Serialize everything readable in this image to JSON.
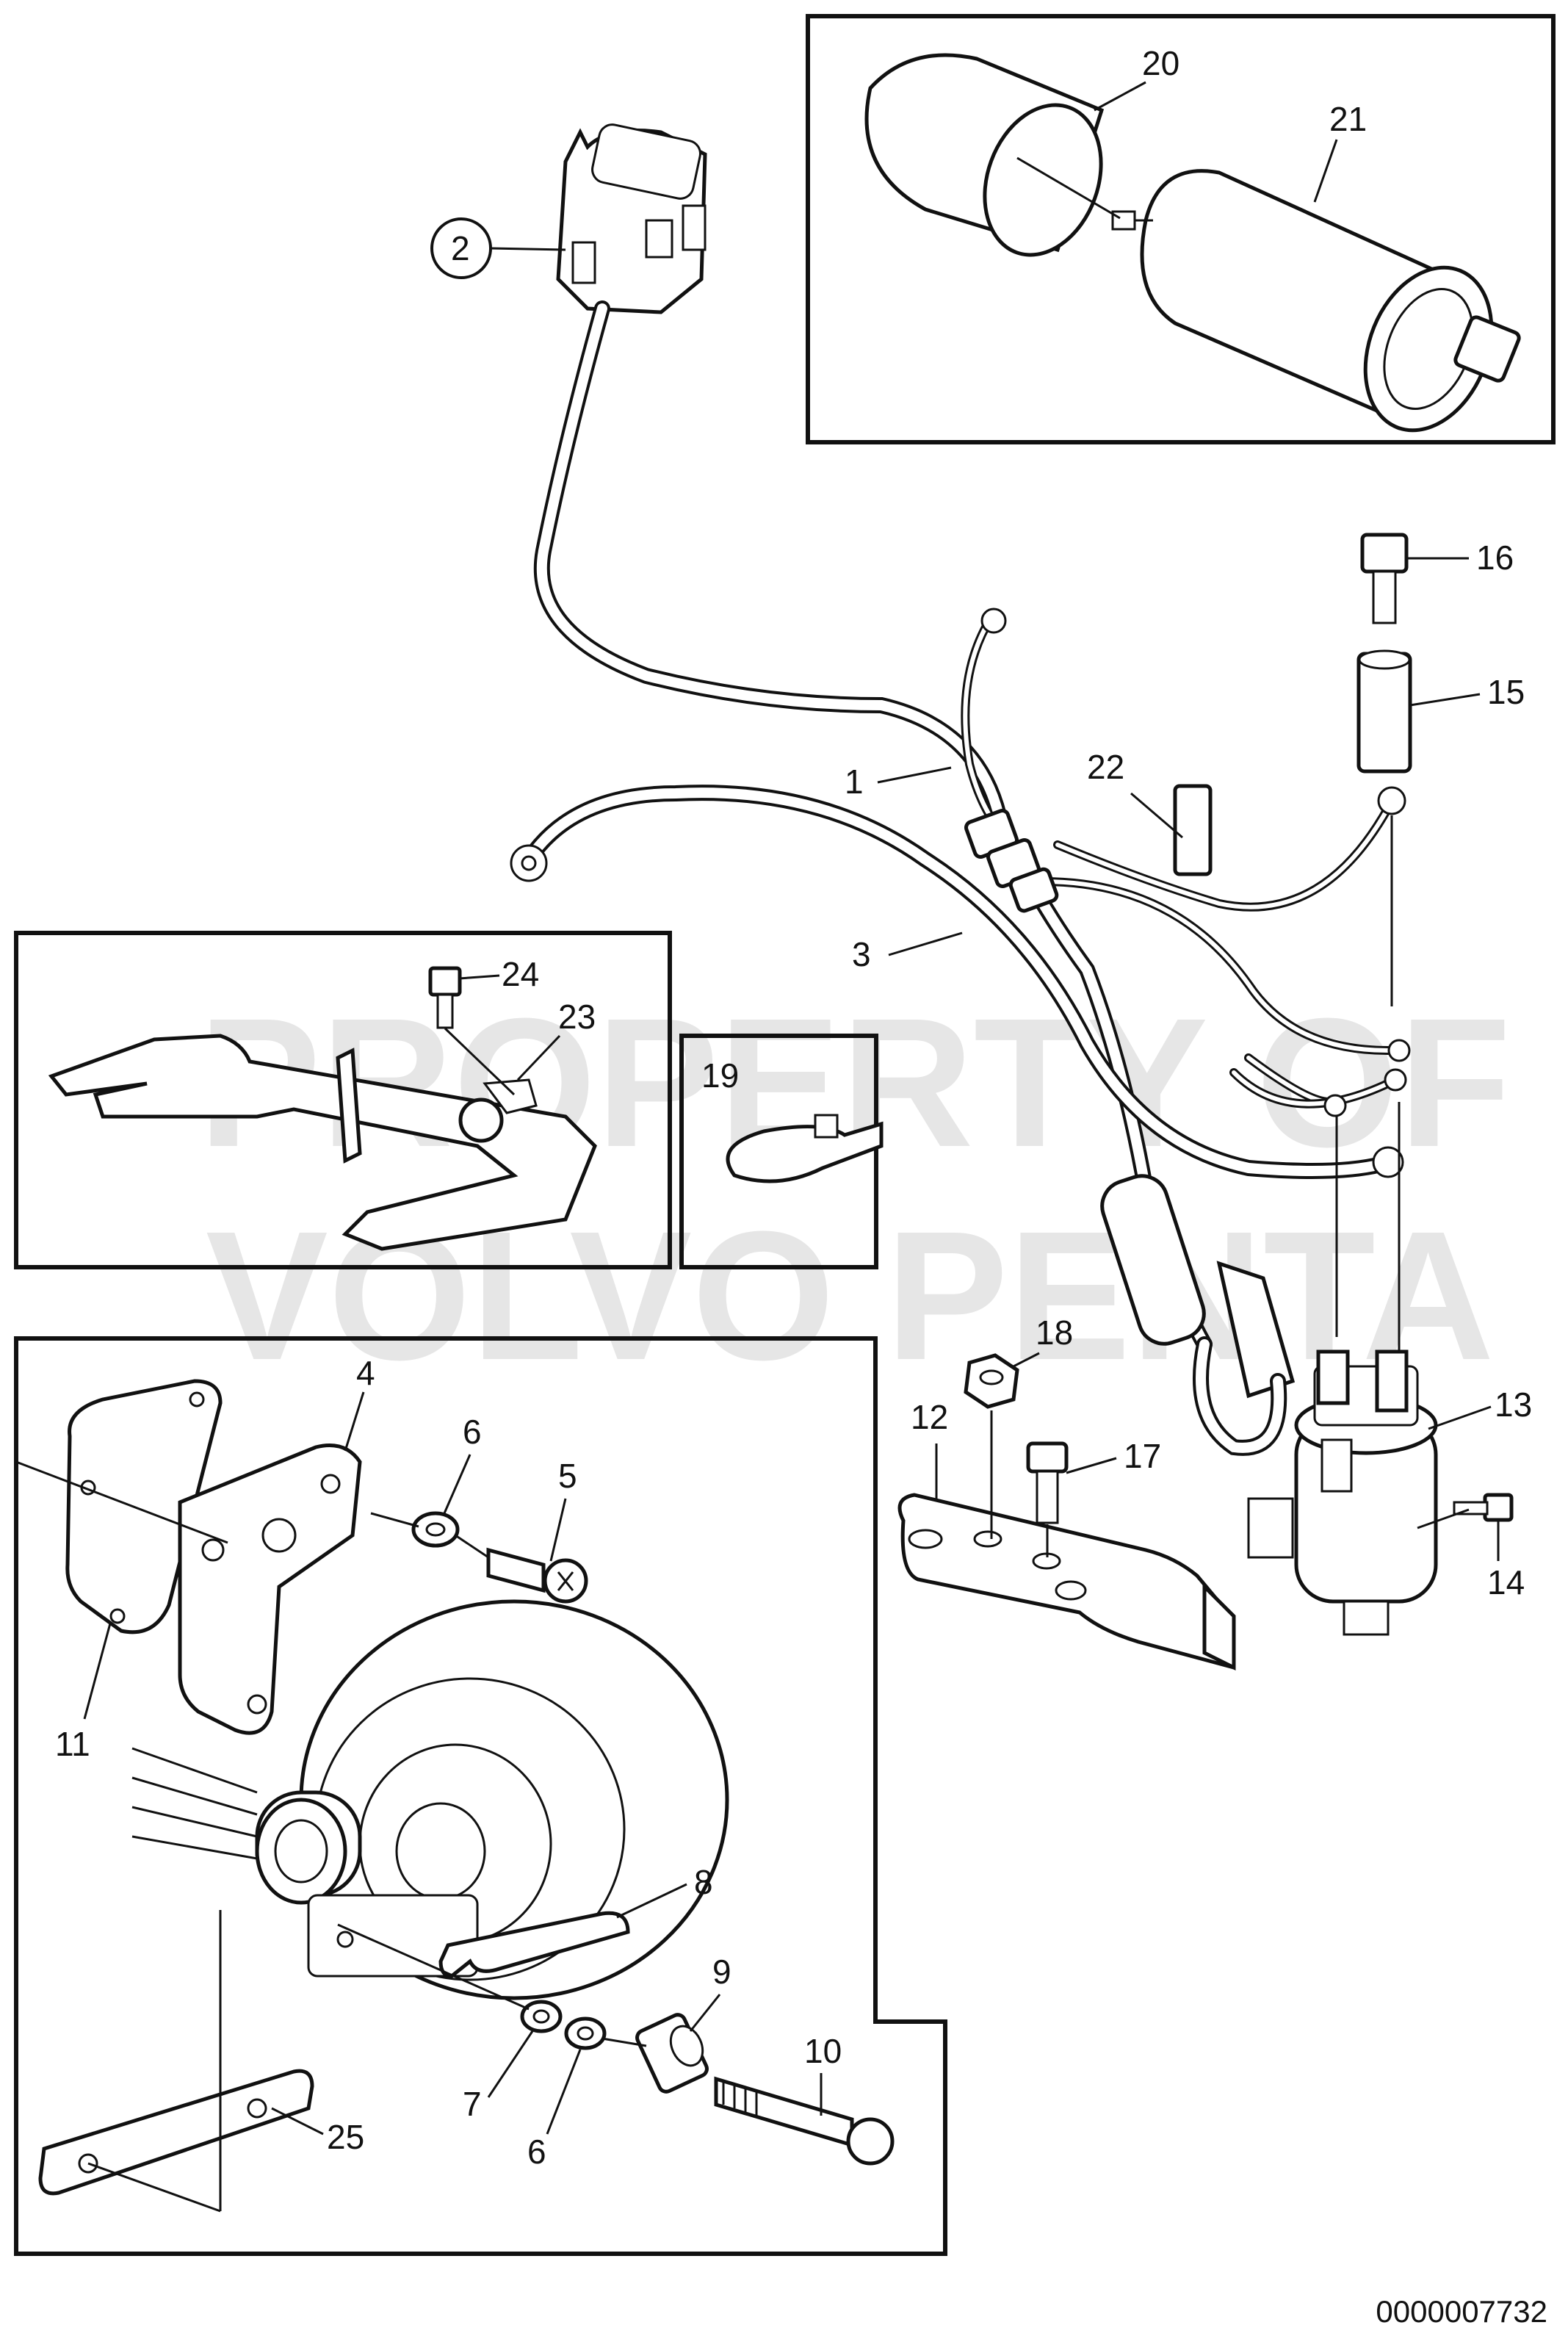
{
  "document_number": "0000007732",
  "watermark": {
    "line1": "PROPERTY OF",
    "line2": "VOLVO PENTA"
  },
  "callouts": {
    "c1": "1",
    "c2": "2",
    "c3": "3",
    "c4": "4",
    "c5": "5",
    "c6a": "6",
    "c6b": "6",
    "c7": "7",
    "c8": "8",
    "c9": "9",
    "c10": "10",
    "c11": "11",
    "c12": "12",
    "c13": "13",
    "c14": "14",
    "c15": "15",
    "c16": "16",
    "c17": "17",
    "c18": "18",
    "c19": "19",
    "c20": "20",
    "c21": "21",
    "c22": "22",
    "c23": "23",
    "c24": "24",
    "c25": "25"
  }
}
